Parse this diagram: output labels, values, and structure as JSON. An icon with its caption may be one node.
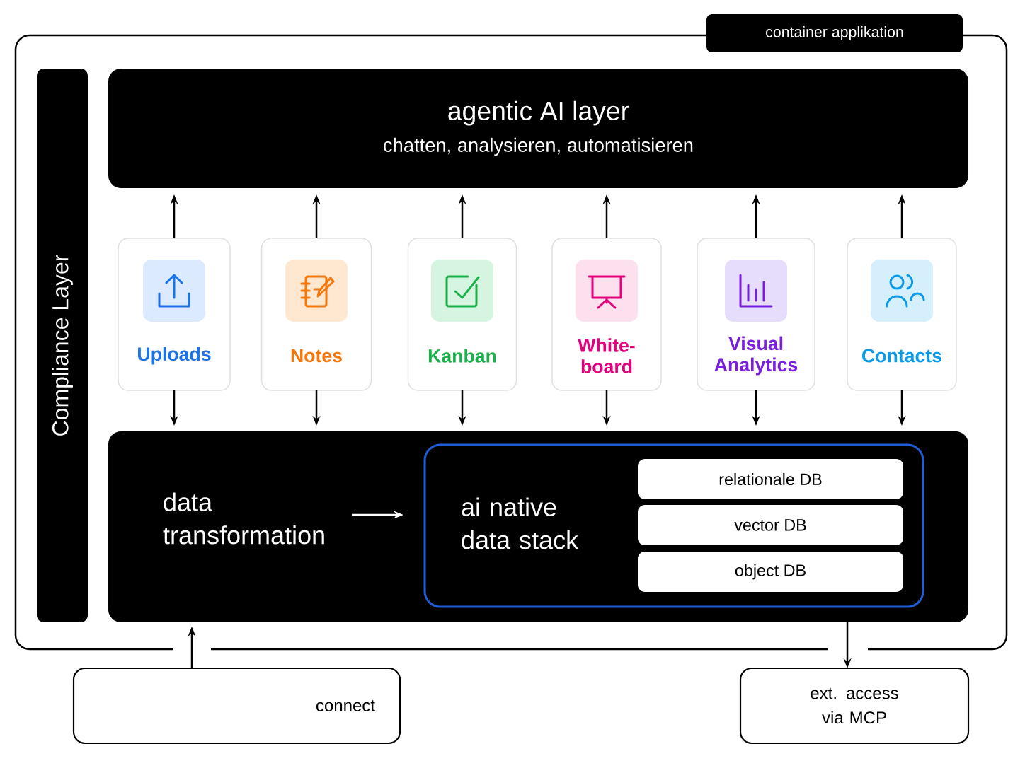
{
  "diagram": {
    "nodes": [
      {
        "text": [
          "container applikation"
        ]
      },
      {
        "text": [
          "Compliance Layer"
        ],
        "in": 0
      },
      {
        "text": [
          "agentic AI layer",
          "chatten, analysieren, automatisieren"
        ],
        "in": 0
      },
      {
        "text": [
          "Uploads"
        ],
        "in": 0
      },
      {
        "text": [
          "Notes"
        ],
        "in": 0
      },
      {
        "text": [
          "Kanban"
        ],
        "in": 0
      },
      {
        "text": [
          "White-board"
        ],
        "in": 0
      },
      {
        "text": [
          "Visual Analytics"
        ],
        "in": 0
      },
      {
        "text": [
          "Contacts"
        ],
        "in": 0
      },
      {
        "text": [],
        "shape": "box",
        "in": 0
      },
      {
        "text": [
          "data transformation"
        ],
        "in": 9
      },
      {
        "text": [
          "ai native data stack"
        ],
        "in": 9
      },
      {
        "text": [
          "relationale DB"
        ],
        "in": 11
      },
      {
        "text": [
          "vector DB"
        ],
        "in": 11
      },
      {
        "text": [
          "object DB"
        ],
        "in": 11
      },
      {
        "text": [
          "connect"
        ]
      },
      {
        "text": [
          "ext. access via MCP"
        ]
      }
    ],
    "edges": [
      {
        "from": 3,
        "to": 2,
        "arrow": "to"
      },
      {
        "from": 4,
        "to": 2,
        "arrow": "to"
      },
      {
        "from": 5,
        "to": 2,
        "arrow": "to"
      },
      {
        "from": 6,
        "to": 2,
        "arrow": "to"
      },
      {
        "from": 7,
        "to": 2,
        "arrow": "to"
      },
      {
        "from": 8,
        "to": 2,
        "arrow": "to"
      },
      {
        "from": 3,
        "to": 9,
        "arrow": "to"
      },
      {
        "from": 4,
        "to": 9,
        "arrow": "to"
      },
      {
        "from": 5,
        "to": 9,
        "arrow": "to"
      },
      {
        "from": 6,
        "to": 9,
        "arrow": "to"
      },
      {
        "from": 7,
        "to": 9,
        "arrow": "to"
      },
      {
        "from": 8,
        "to": 9,
        "arrow": "to"
      },
      {
        "from": 10,
        "to": 11,
        "arrow": "to",
        "color": "#ffffff"
      },
      {
        "from": 15,
        "to": 9,
        "arrow": "to"
      },
      {
        "from": 9,
        "to": 16,
        "arrow": "to"
      }
    ]
  }
}
